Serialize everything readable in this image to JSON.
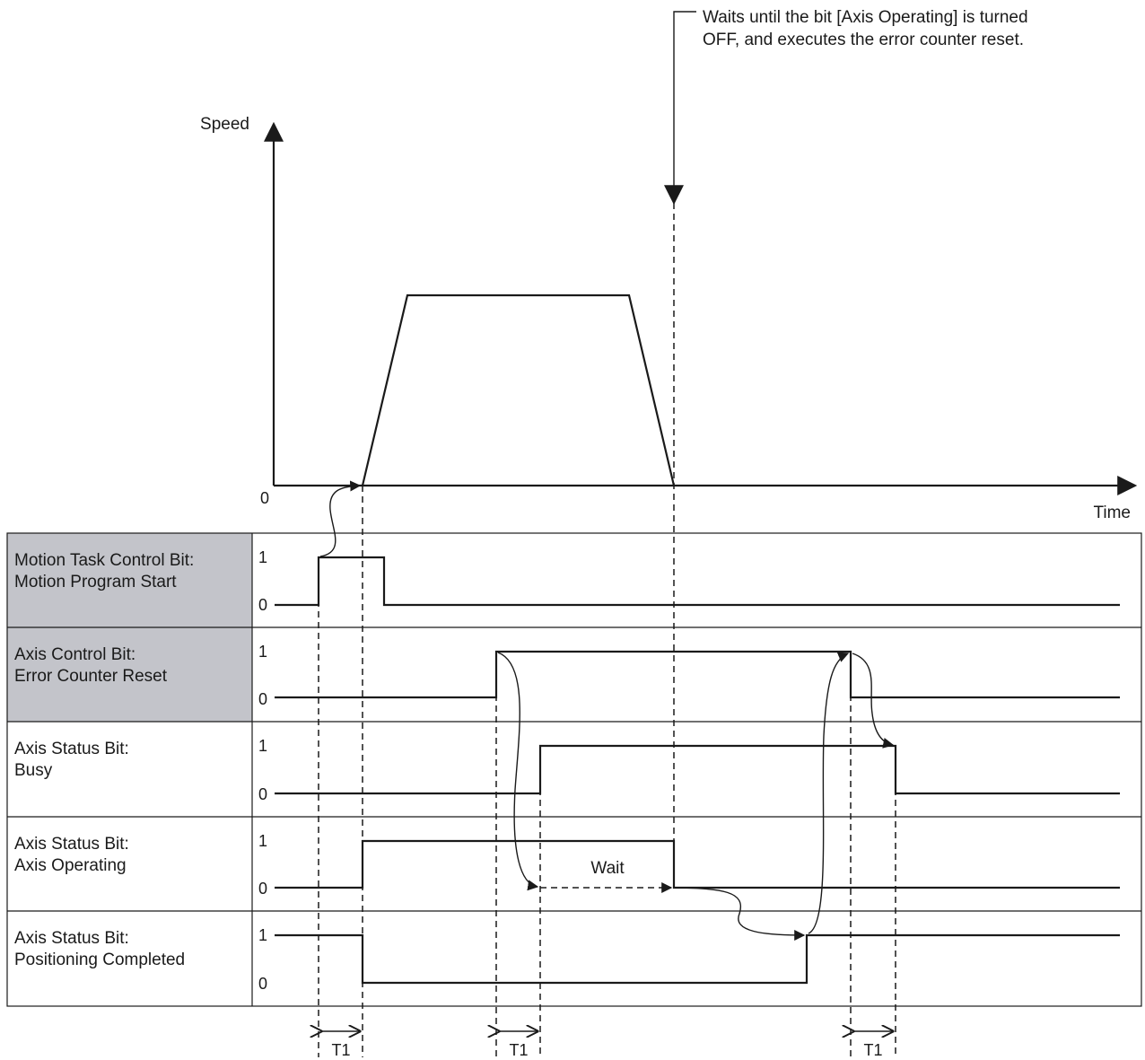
{
  "colors": {
    "shaded_label": "#c3c4ca",
    "line": "#1a1a1a",
    "background": "#ffffff"
  },
  "speed_graph": {
    "y_label": "Speed",
    "x_label": "Time",
    "origin_label": "0",
    "note_line1": "Waits until the bit [Axis Operating] is turned",
    "note_line2": "OFF, and executes the error counter reset."
  },
  "rows": [
    {
      "line1": "Motion Task Control Bit:",
      "line2": "Motion Program Start",
      "high": "1",
      "low": "0",
      "shaded": true
    },
    {
      "line1": "Axis Control Bit:",
      "line2": "Error Counter Reset",
      "high": "1",
      "low": "0",
      "shaded": true
    },
    {
      "line1": "Axis Status Bit:",
      "line2": "Busy",
      "high": "1",
      "low": "0",
      "shaded": false
    },
    {
      "line1": "Axis Status Bit:",
      "line2": "Axis Operating",
      "high": "1",
      "low": "0",
      "shaded": false
    },
    {
      "line1": "Axis Status Bit:",
      "line2": "Positioning Completed",
      "high": "1",
      "low": "0",
      "shaded": false
    }
  ],
  "wait_label": "Wait",
  "t1_labels": [
    "T1",
    "T1",
    "T1"
  ]
}
